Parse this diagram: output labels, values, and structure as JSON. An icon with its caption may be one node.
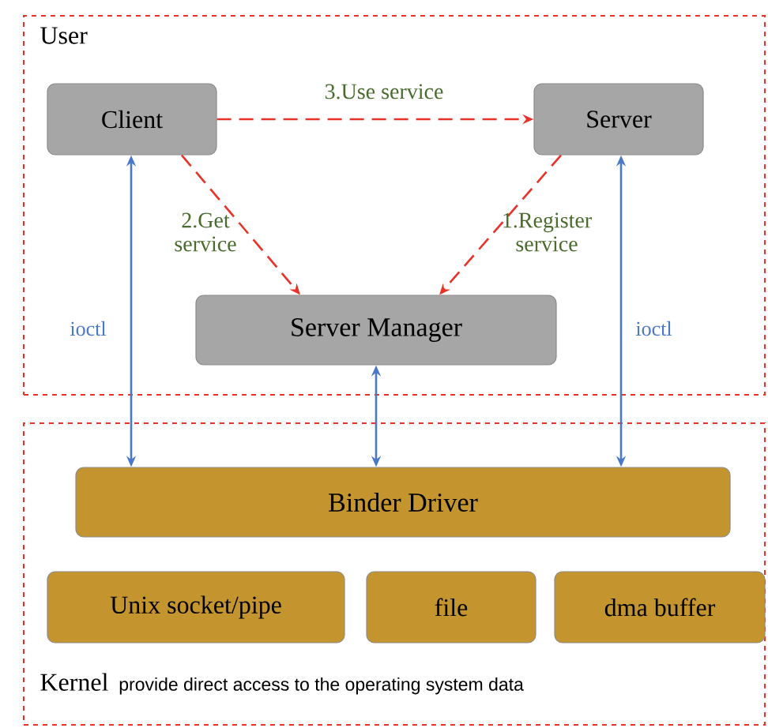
{
  "diagram": {
    "nodes": [
      {
        "text": [
          "User"
        ]
      },
      {
        "text": [
          "Client"
        ],
        "in": 0
      },
      {
        "text": [
          "Server"
        ],
        "in": 0
      },
      {
        "text": [
          "Server Manager"
        ],
        "in": 0
      },
      {
        "text": [
          "Kernel",
          "provide direct access to the operating system data"
        ]
      },
      {
        "text": [
          "Binder Driver"
        ],
        "in": 4
      },
      {
        "text": [
          "Unix socket/pipe"
        ],
        "in": 4
      },
      {
        "text": [
          "file"
        ],
        "in": 4
      },
      {
        "text": [
          "dma buffer"
        ],
        "in": 4
      }
    ],
    "edges": [
      {
        "from": 1,
        "to": 2,
        "arrow": "to",
        "label": "3.Use service",
        "style": "dashed",
        "color": "#e8322a"
      },
      {
        "from": 1,
        "to": 3,
        "arrow": "to",
        "label": "2.Get service",
        "style": "dashed",
        "color": "#e8322a"
      },
      {
        "from": 2,
        "to": 3,
        "arrow": "to",
        "label": "1.Register service",
        "style": "dashed",
        "color": "#e8322a"
      },
      {
        "from": 1,
        "to": 5,
        "arrow": "both",
        "label": "ioctl",
        "color": "#4a78c8"
      },
      {
        "from": 3,
        "to": 5,
        "arrow": "both",
        "color": "#4a78c8"
      },
      {
        "from": 2,
        "to": 5,
        "arrow": "both",
        "label": "ioctl",
        "color": "#4a78c8"
      }
    ]
  }
}
